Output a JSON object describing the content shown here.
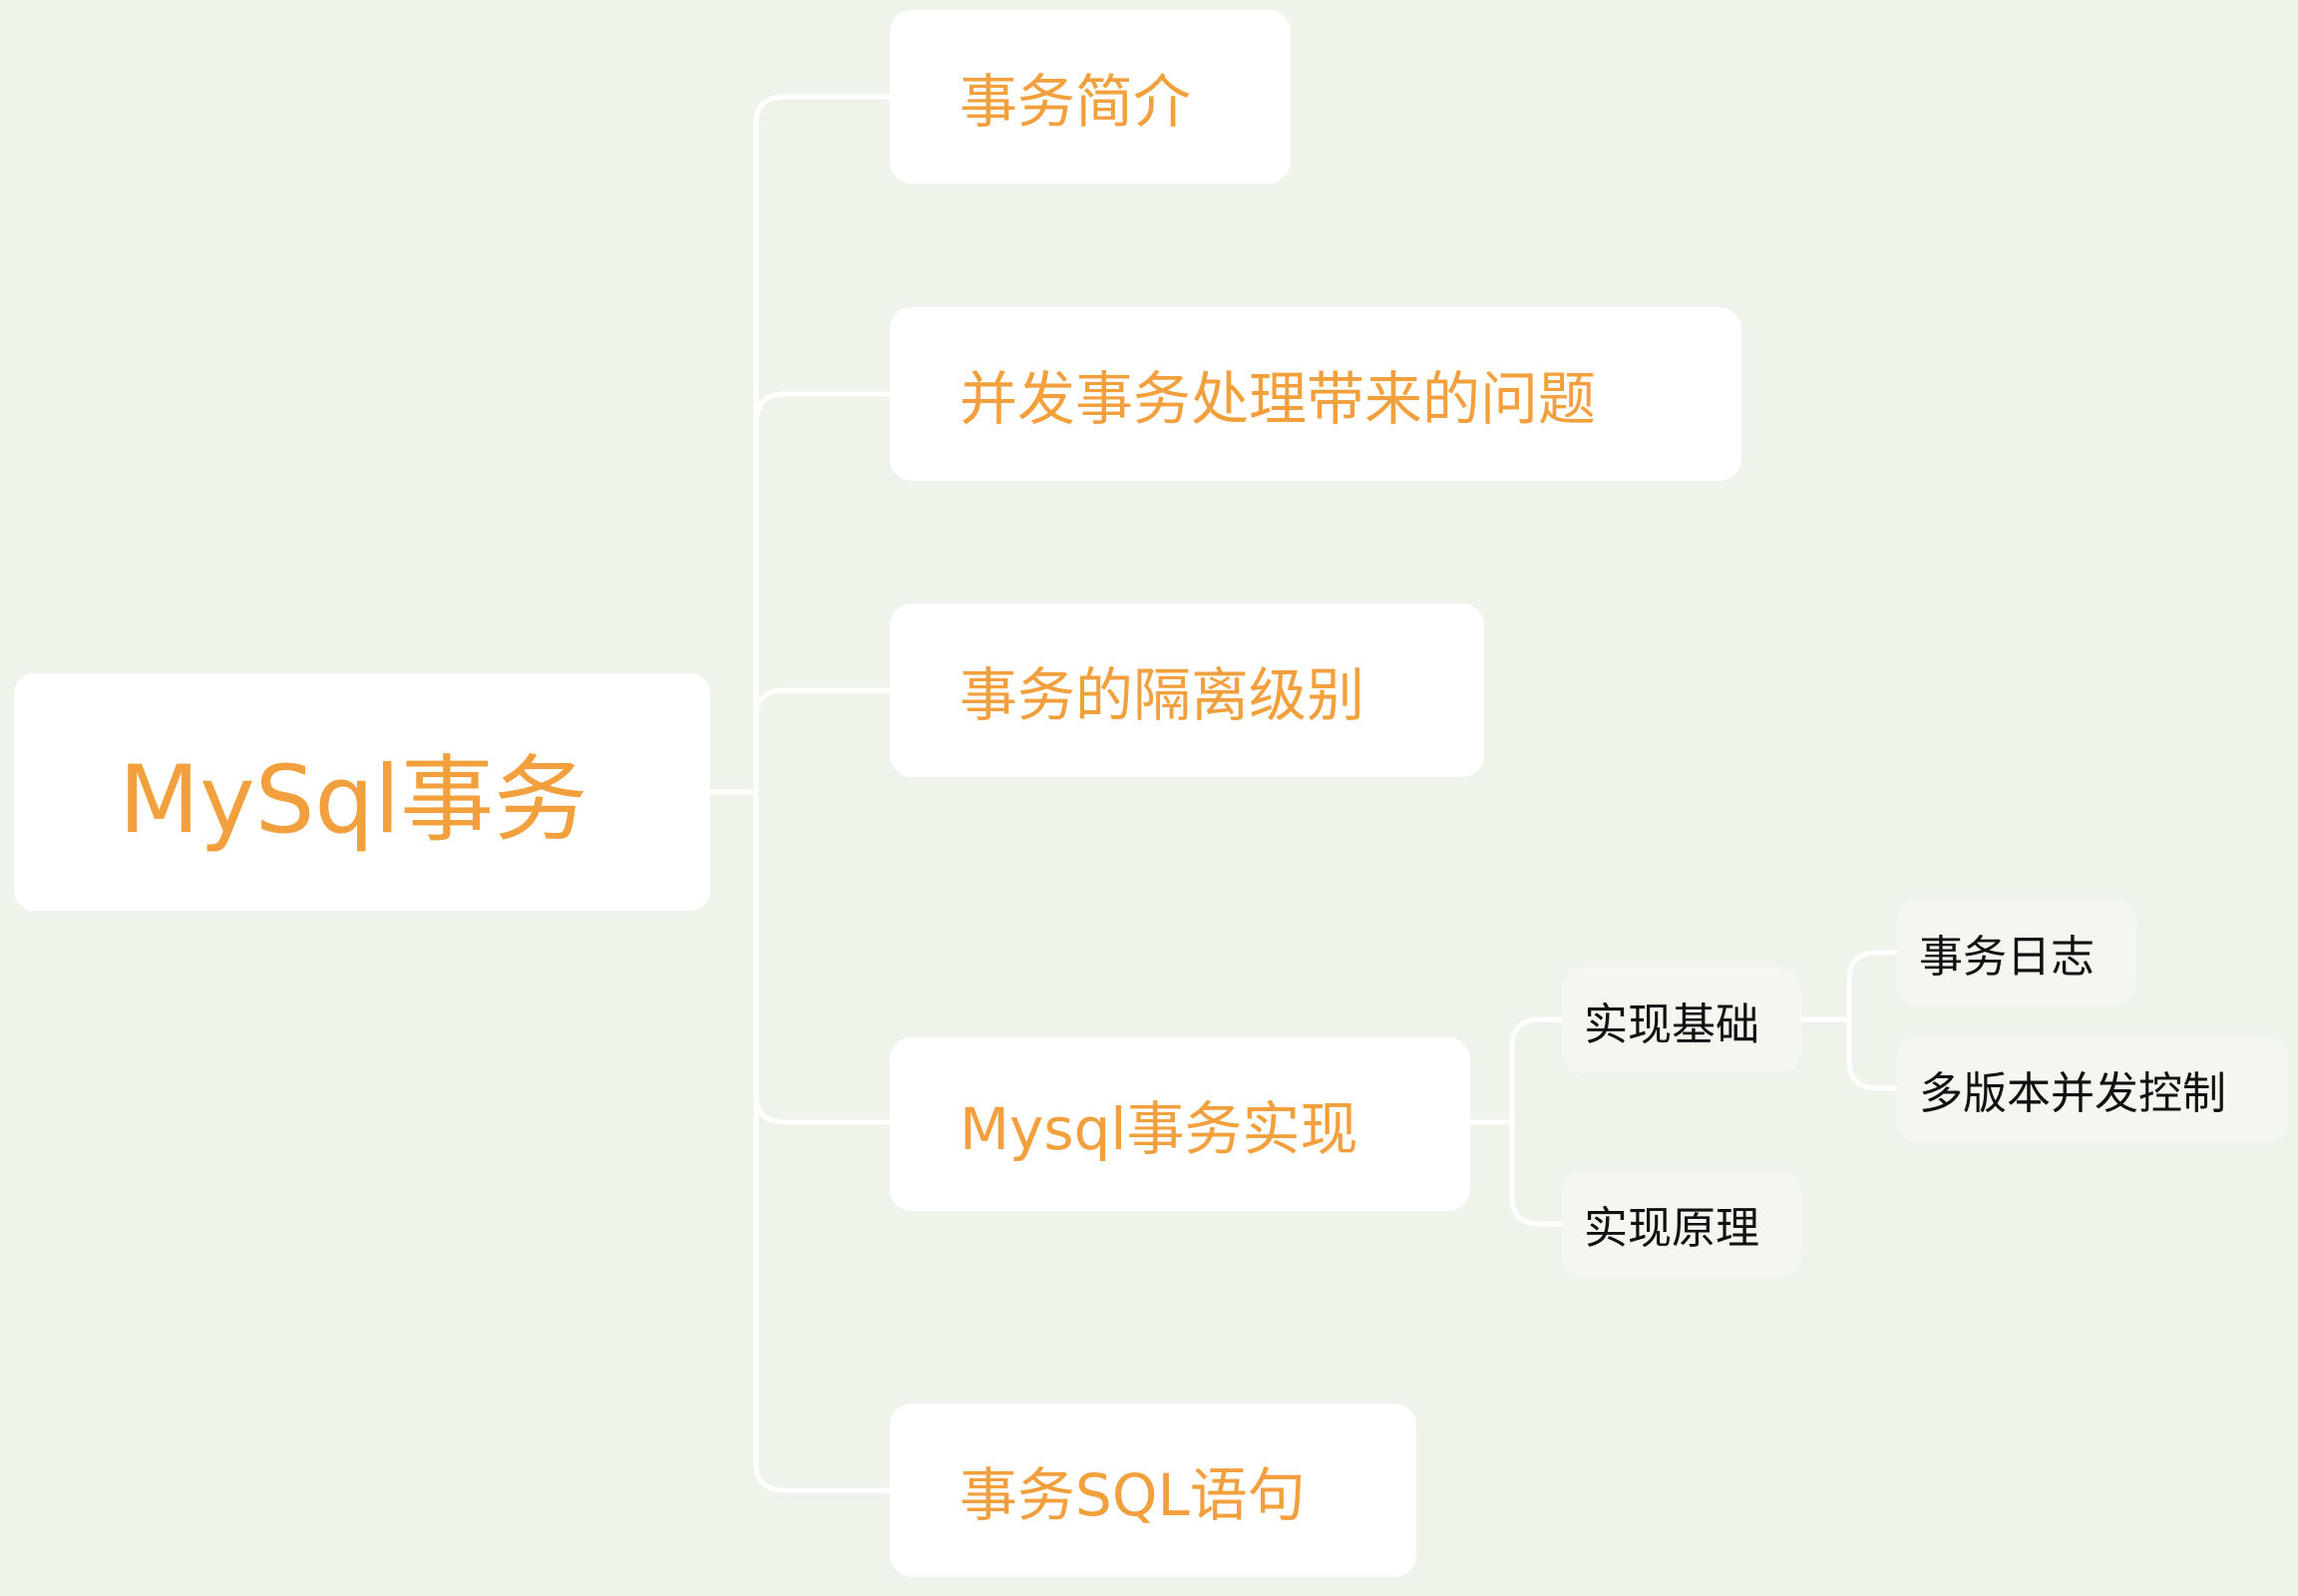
{
  "root": {
    "label": "MySql事务"
  },
  "branches": [
    {
      "label": "事务简介"
    },
    {
      "label": "并发事务处理带来的问题"
    },
    {
      "label": "事务的隔离级别"
    },
    {
      "label": "Mysql事务实现",
      "children": [
        {
          "label": "实现基础",
          "children": [
            {
              "label": "事务日志"
            },
            {
              "label": "多版本并发控制"
            }
          ]
        },
        {
          "label": "实现原理"
        }
      ]
    },
    {
      "label": "事务SQL语句"
    }
  ],
  "colors": {
    "background": "#eef4e9",
    "node": "#ffffff",
    "subnode": "#f4f7ef",
    "accent_text": "#f2a03d",
    "sub_text": "#111111",
    "connector": "#ffffff"
  }
}
